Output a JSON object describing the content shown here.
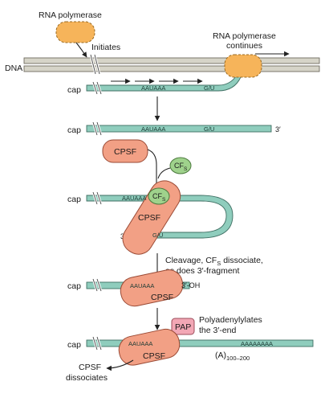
{
  "labels": {
    "rna_polymerase": "RNA polymerase",
    "initiates": "Initiates",
    "pol_continues_1": "RNA polymerase",
    "pol_continues_2": "continues",
    "dna": "DNA",
    "cap": "cap",
    "aauaaa": "AAUAAA",
    "gu": "G/U",
    "three_prime": "3′",
    "cpsf": "CPSF",
    "cf": "CF",
    "cf_sub": "S",
    "cleavage_1a": "Cleavage, CF",
    "cleavage_1b": "dissociate,",
    "cleavage_2": "as does 3′-fragment",
    "three_oh": "3′-OH",
    "pap": "PAP",
    "polyadenylates_1": "Polyadenylylates",
    "polyadenylates_2": "the 3′-end",
    "poly_a_tail": "AAAAAAAA",
    "poly_a_label": "(A)",
    "poly_a_sub": "100–200",
    "cpsf_dissociates_1": "CPSF",
    "cpsf_dissociates_2": "dissociates"
  },
  "colors": {
    "rna_strand": "#8fcdbd",
    "dna": "#d6d4c8",
    "cpsf": "#f2a085",
    "cf_s": "#9fd28c",
    "pap": "#f2a7b5",
    "rna_polymerase": "#f6b45a"
  }
}
